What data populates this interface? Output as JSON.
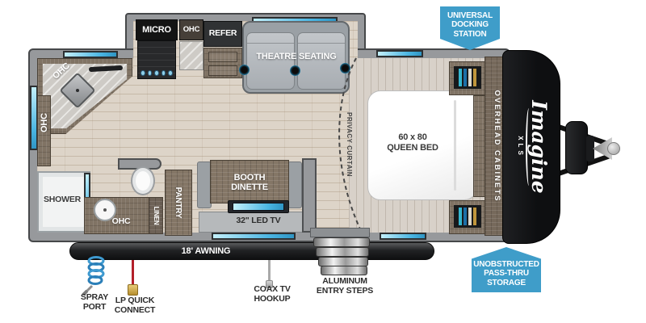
{
  "colors": {
    "badge_blue": "#3f9dc9",
    "window_blue": "#4ab5e2",
    "wall_gray": "#97999c",
    "floor_tan": "#ddd4c8",
    "front_cap_black": "#141517",
    "awning_dark": "#1c1d1f",
    "cupholder_accent": "#2ea8d8"
  },
  "badges": {
    "docking_lines": [
      "UNIVERSAL",
      "DOCKING",
      "STATION"
    ],
    "passthru_lines": [
      "UNOBSTRUCTED",
      "PASS-THRU",
      "STORAGE"
    ]
  },
  "labels": {
    "micro": "MICRO",
    "ohc_top": "OHC",
    "refer": "REFER",
    "theatre": "THEATRE SEATING",
    "ohc_corner": "OHC",
    "ohc_left": "OHC",
    "shower": "SHOWER",
    "ohc_bath": "OHC",
    "linen": "LINEN",
    "pantry": "PANTRY",
    "booth_lines": [
      "BOOTH",
      "DINETTE"
    ],
    "tv": "32\" LED TV",
    "privacy": "PRIVACY CURTAIN",
    "bed_lines": [
      "60 x 80",
      "QUEEN BED"
    ],
    "overhead": "OVERHEAD CABINETS",
    "awning": "18' AWNING"
  },
  "exterior": {
    "spray_lines": [
      "SPRAY",
      "PORT"
    ],
    "lp_lines": [
      "LP QUICK",
      "CONNECT"
    ],
    "coax_lines": [
      "COAX TV",
      "HOOKUP"
    ],
    "steps_lines": [
      "ALUMINUM",
      "ENTRY STEPS"
    ]
  },
  "brand": {
    "name": "Imagine",
    "sub": "XLS"
  }
}
